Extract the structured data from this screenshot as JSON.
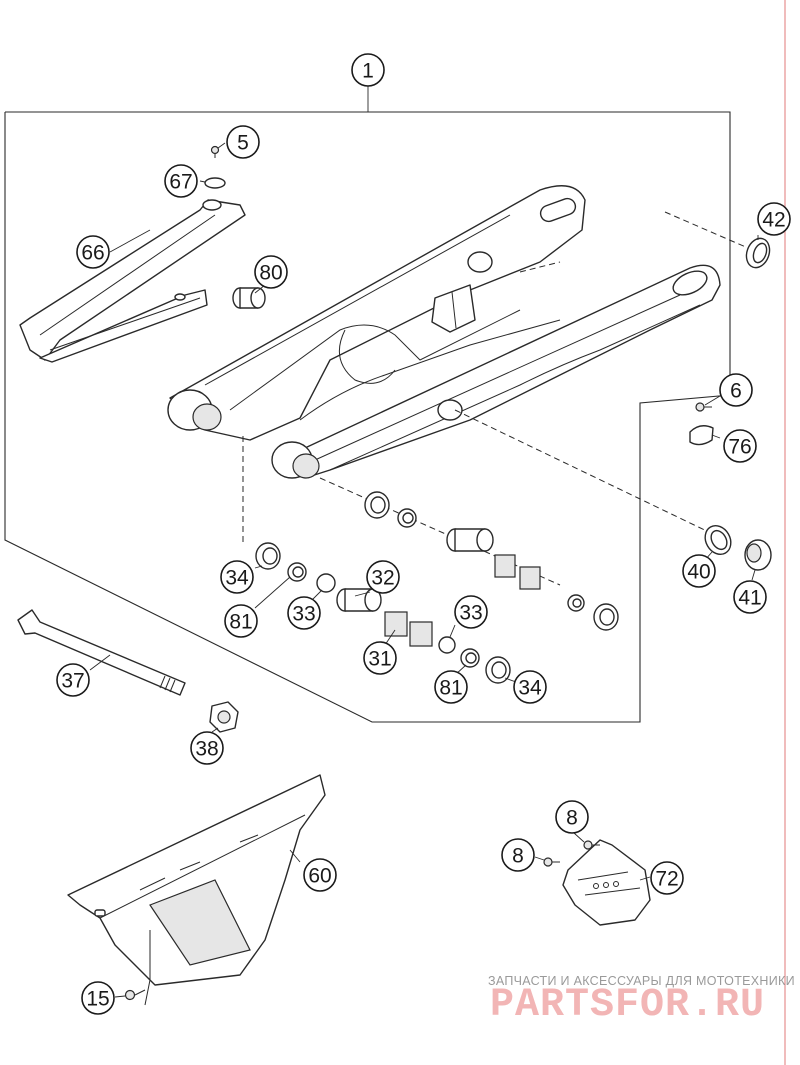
{
  "callouts": [
    {
      "id": "c1",
      "label": "1"
    },
    {
      "id": "c5",
      "label": "5"
    },
    {
      "id": "c67",
      "label": "67"
    },
    {
      "id": "c66",
      "label": "66"
    },
    {
      "id": "c80",
      "label": "80"
    },
    {
      "id": "c42",
      "label": "42"
    },
    {
      "id": "c6",
      "label": "6"
    },
    {
      "id": "c76",
      "label": "76"
    },
    {
      "id": "c34a",
      "label": "34"
    },
    {
      "id": "c81a",
      "label": "81"
    },
    {
      "id": "c33a",
      "label": "33"
    },
    {
      "id": "c32",
      "label": "32"
    },
    {
      "id": "c31",
      "label": "31"
    },
    {
      "id": "c33b",
      "label": "33"
    },
    {
      "id": "c81b",
      "label": "81"
    },
    {
      "id": "c34b",
      "label": "34"
    },
    {
      "id": "c40",
      "label": "40"
    },
    {
      "id": "c41",
      "label": "41"
    },
    {
      "id": "c37",
      "label": "37"
    },
    {
      "id": "c38",
      "label": "38"
    },
    {
      "id": "c60",
      "label": "60"
    },
    {
      "id": "c8a",
      "label": "8"
    },
    {
      "id": "c8b",
      "label": "8"
    },
    {
      "id": "c72",
      "label": "72"
    },
    {
      "id": "c15",
      "label": "15"
    }
  ],
  "watermark": {
    "tagline": "ЗАПЧАСТИ И АКСЕССУАРЫ ДЛЯ МОТОТЕХНИКИ",
    "brand": "PARTSFOR.RU"
  },
  "colors": {
    "line": "#2a2a2a",
    "watermark_brand": "#f2b5b5",
    "watermark_tagline": "#9a9a9a",
    "edge_rule": "#e07878"
  }
}
